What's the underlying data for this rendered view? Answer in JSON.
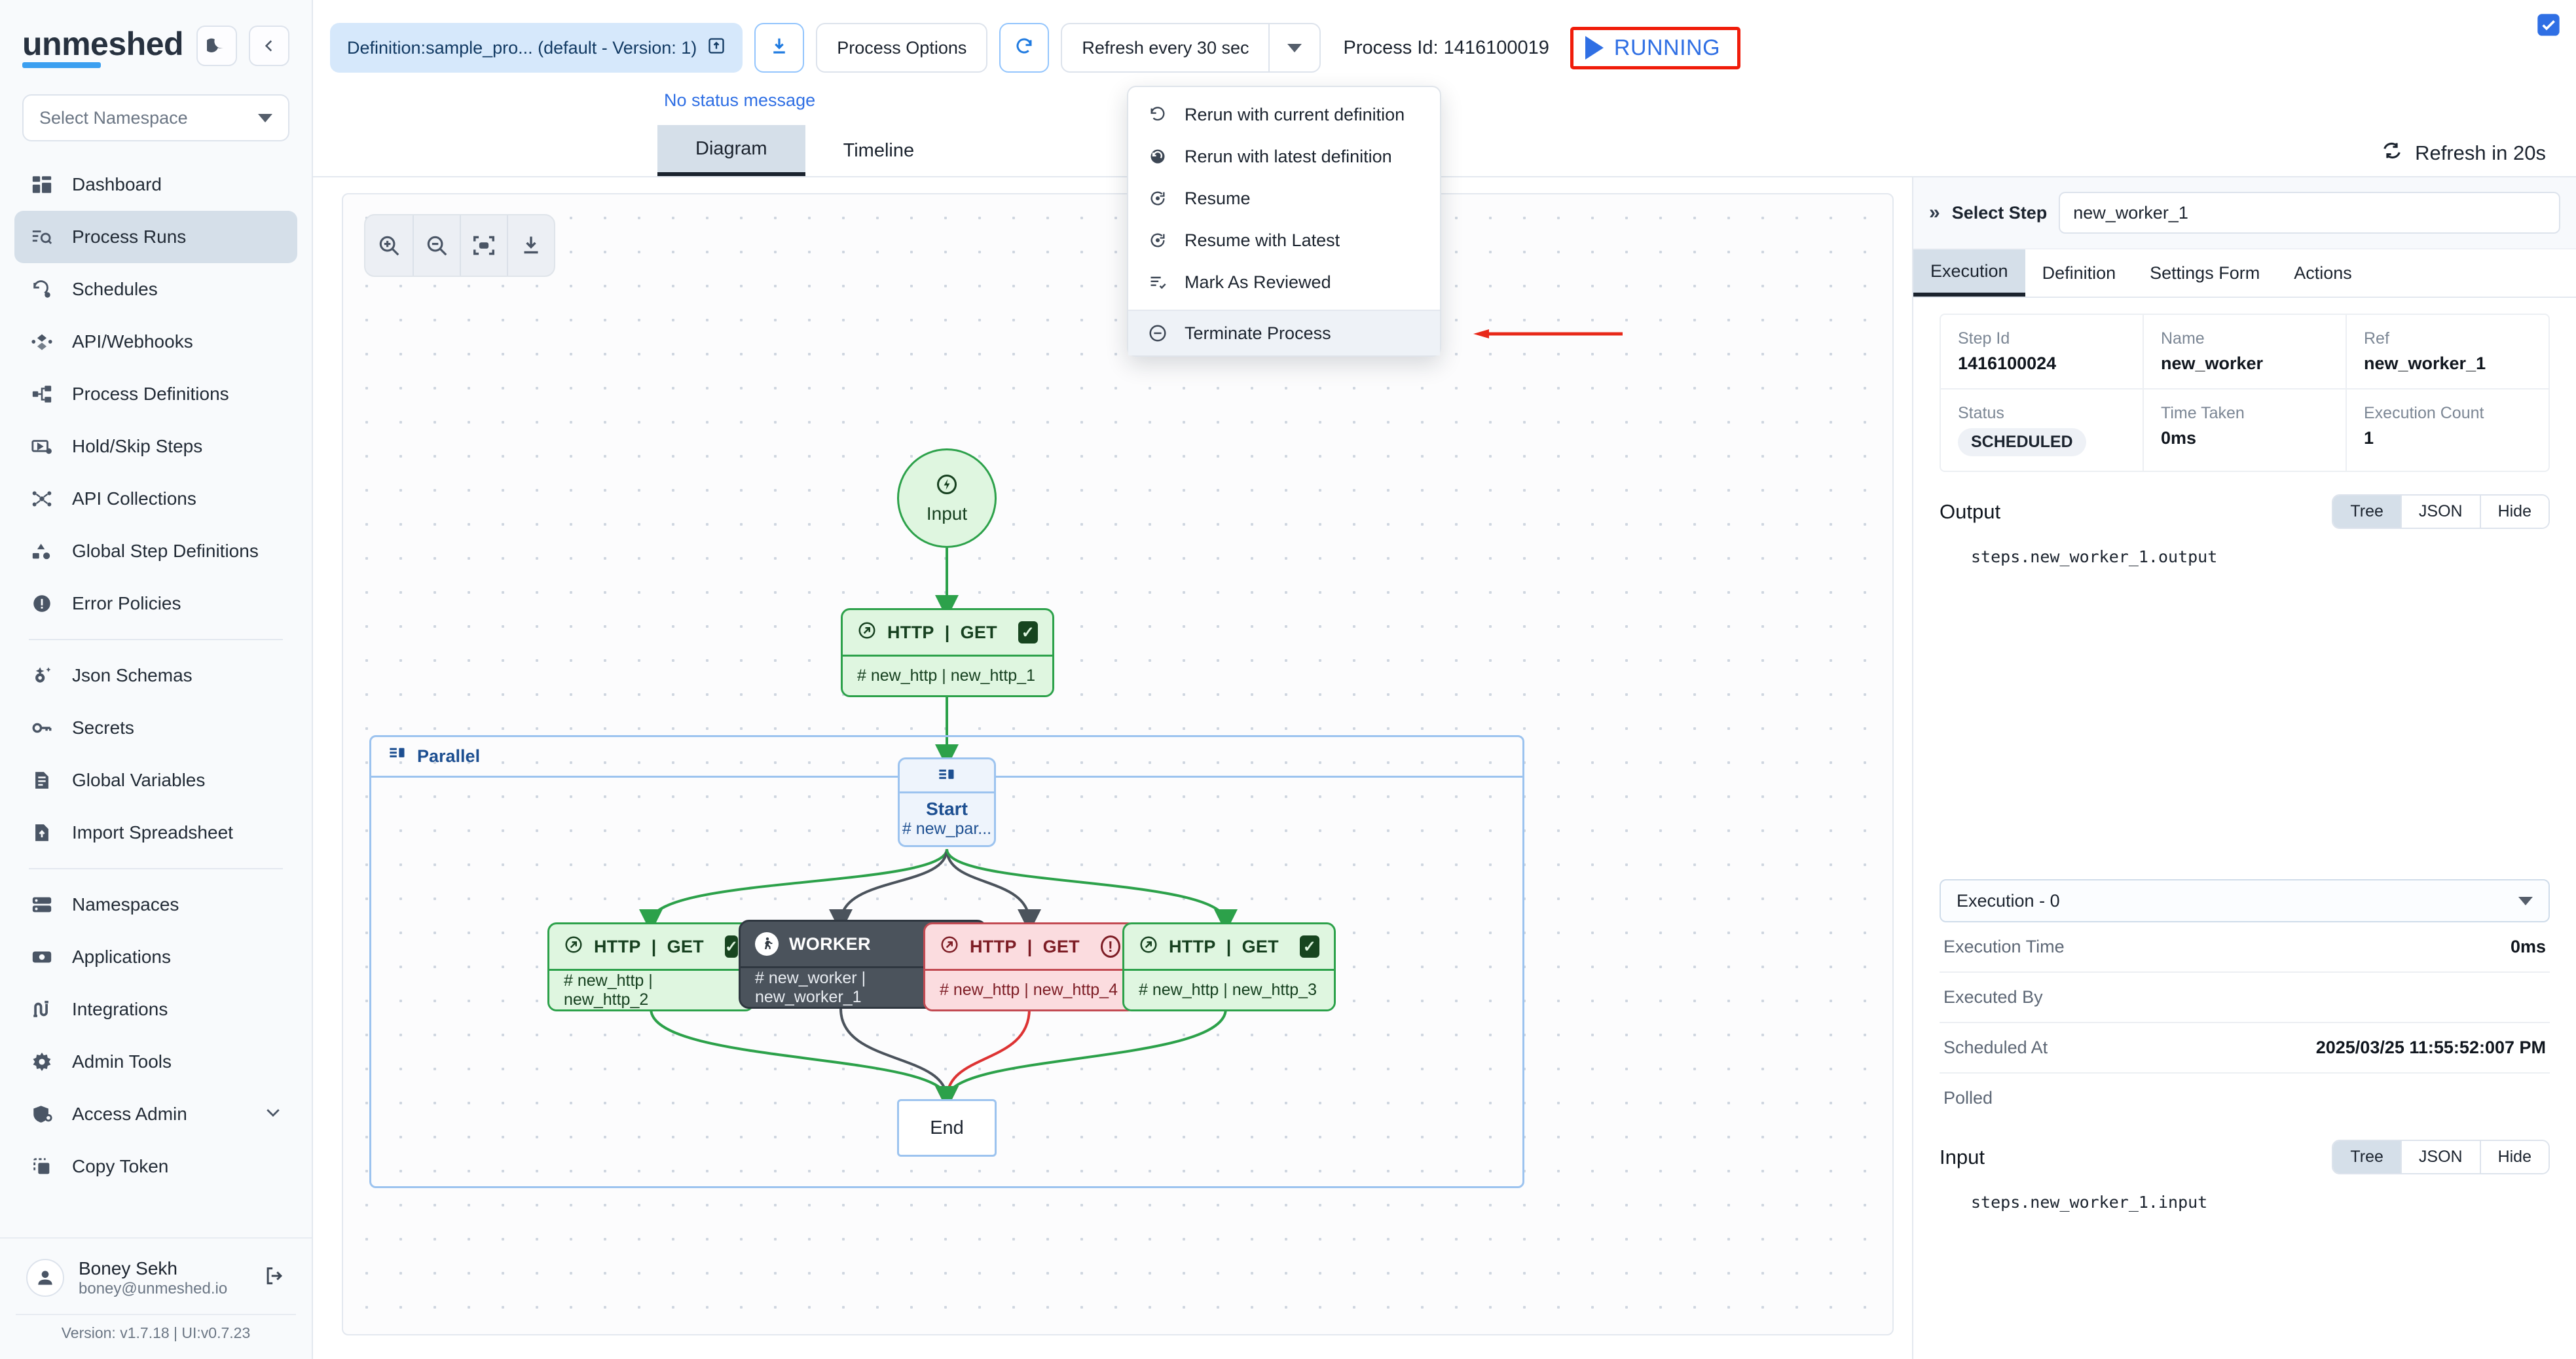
{
  "sidebar": {
    "brand": "unmeshed",
    "theme_toggle_icon": "moon-icon",
    "collapse_icon": "chevron-left-icon",
    "namespace_placeholder": "Select Namespace",
    "items": [
      {
        "label": "Dashboard",
        "icon": "dashboard-icon",
        "active": false
      },
      {
        "label": "Process Runs",
        "icon": "process-runs-icon",
        "active": true
      },
      {
        "label": "Schedules",
        "icon": "schedules-icon",
        "active": false
      },
      {
        "label": "API/Webhooks",
        "icon": "api-webhooks-icon",
        "active": false
      },
      {
        "label": "Process Definitions",
        "icon": "process-definitions-icon",
        "active": false
      },
      {
        "label": "Hold/Skip Steps",
        "icon": "hold-skip-icon",
        "active": false
      },
      {
        "label": "API Collections",
        "icon": "api-collections-icon",
        "active": false
      },
      {
        "label": "Global Step Definitions",
        "icon": "global-step-definitions-icon",
        "active": false
      },
      {
        "label": "Error Policies",
        "icon": "error-policies-icon",
        "active": false
      }
    ],
    "items2": [
      {
        "label": "Json Schemas",
        "icon": "json-schemas-icon"
      },
      {
        "label": "Secrets",
        "icon": "key-icon"
      },
      {
        "label": "Global Variables",
        "icon": "global-variables-icon"
      },
      {
        "label": "Import Spreadsheet",
        "icon": "import-spreadsheet-icon"
      }
    ],
    "items3": [
      {
        "label": "Namespaces",
        "icon": "namespaces-icon"
      },
      {
        "label": "Applications",
        "icon": "applications-icon"
      },
      {
        "label": "Integrations",
        "icon": "integrations-icon"
      },
      {
        "label": "Admin Tools",
        "icon": "admin-tools-icon"
      },
      {
        "label": "Access Admin",
        "icon": "access-admin-icon",
        "expandable": true
      },
      {
        "label": "Copy Token",
        "icon": "copy-token-icon"
      }
    ],
    "user": {
      "name": "Boney Sekh",
      "email": "boney@unmeshed.io",
      "logout_icon": "logout-icon"
    },
    "version": "Version: v1.7.18 | UI:v0.7.23"
  },
  "toolbar": {
    "definition_chip": "Definition:sample_pro... (default - Version: 1)",
    "definition_chip_icon": "open-external-icon",
    "download_icon": "download-icon",
    "process_options_label": "Process Options",
    "refresh_icon": "refresh-icon",
    "refresh_interval_label": "Refresh every 30 sec",
    "process_id_label": "Process Id: 1416100019",
    "status_label": "RUNNING",
    "status_color": "#2f6fe4",
    "status_border_color": "#f01c0a",
    "status_message": "No status message"
  },
  "process_options_menu": {
    "items": [
      {
        "label": "Rerun with current definition",
        "icon": "rerun-icon"
      },
      {
        "label": "Rerun with latest definition",
        "icon": "rerun-latest-icon"
      },
      {
        "label": "Resume",
        "icon": "resume-icon"
      },
      {
        "label": "Resume with Latest",
        "icon": "resume-latest-icon"
      },
      {
        "label": "Mark As Reviewed",
        "icon": "mark-reviewed-icon"
      }
    ],
    "danger": {
      "label": "Terminate Process",
      "icon": "terminate-icon"
    }
  },
  "tabs": {
    "items": [
      {
        "label": "Diagram",
        "active": true
      },
      {
        "label": "Timeline",
        "active": false
      }
    ],
    "refresh_countdown": "Refresh in 20s",
    "refresh_countdown_icon": "refresh-cycle-icon"
  },
  "canvas": {
    "zoom_tools": [
      {
        "icon": "zoom-in-icon"
      },
      {
        "icon": "zoom-out-icon"
      },
      {
        "icon": "fit-to-screen-icon"
      },
      {
        "icon": "download-diagram-icon"
      }
    ],
    "input_node": {
      "label": "Input",
      "icon": "lightning-icon"
    },
    "http1": {
      "type": "HTTP",
      "method": "GET",
      "ref": "# new_http | new_http_1",
      "state": "success",
      "status_icon": "check-icon"
    },
    "parallel": {
      "label": "Parallel",
      "icon": "parallel-icon"
    },
    "start_node": {
      "label": "Start",
      "ref": "# new_par...",
      "icon": "parallel-icon"
    },
    "branches": [
      {
        "type": "HTTP",
        "method": "GET",
        "ref": "# new_http | new_http_2",
        "state": "success",
        "status_icon": "check-icon"
      },
      {
        "type": "WORKER",
        "method": "",
        "ref": "# new_worker | new_worker_1",
        "state": "running",
        "status_icon": "spinner-icon"
      },
      {
        "type": "HTTP",
        "method": "GET",
        "ref": "# new_http | new_http_4",
        "state": "error",
        "status_icon": "warning-icon"
      },
      {
        "type": "HTTP",
        "method": "GET",
        "ref": "# new_http | new_http_3",
        "state": "success",
        "status_icon": "check-icon"
      }
    ],
    "end_node": {
      "label": "End"
    }
  },
  "right_panel": {
    "select_step_label": "Select Step",
    "select_step_value": "new_worker_1",
    "expand_icon": "chevron-double-right-icon",
    "tabs": [
      {
        "label": "Execution",
        "active": true
      },
      {
        "label": "Definition",
        "active": false
      },
      {
        "label": "Settings Form",
        "active": false
      },
      {
        "label": "Actions",
        "active": false
      }
    ],
    "details": {
      "step_id_label": "Step Id",
      "step_id_value": "1416100024",
      "name_label": "Name",
      "name_value": "new_worker",
      "ref_label": "Ref",
      "ref_value": "new_worker_1",
      "status_label": "Status",
      "status_value": "SCHEDULED",
      "time_taken_label": "Time Taken",
      "time_taken_value": "0ms",
      "exec_count_label": "Execution Count",
      "exec_count_value": "1"
    },
    "output": {
      "title": "Output",
      "view_modes": [
        {
          "label": "Tree",
          "active": true
        },
        {
          "label": "JSON",
          "active": false
        },
        {
          "label": "Hide",
          "active": false
        }
      ],
      "content": "steps.new_worker_1.output"
    },
    "execution_select": "Execution - 0",
    "metrics": [
      {
        "label": "Execution Time",
        "value": "0ms"
      },
      {
        "label": "Executed By",
        "value": ""
      },
      {
        "label": "Scheduled At",
        "value": "2025/03/25 11:55:52:007 PM"
      },
      {
        "label": "Polled",
        "value": ""
      }
    ],
    "input": {
      "title": "Input",
      "view_modes": [
        {
          "label": "Tree",
          "active": true
        },
        {
          "label": "JSON",
          "active": false
        },
        {
          "label": "Hide",
          "active": false
        }
      ],
      "content": "steps.new_worker_1.input"
    }
  }
}
